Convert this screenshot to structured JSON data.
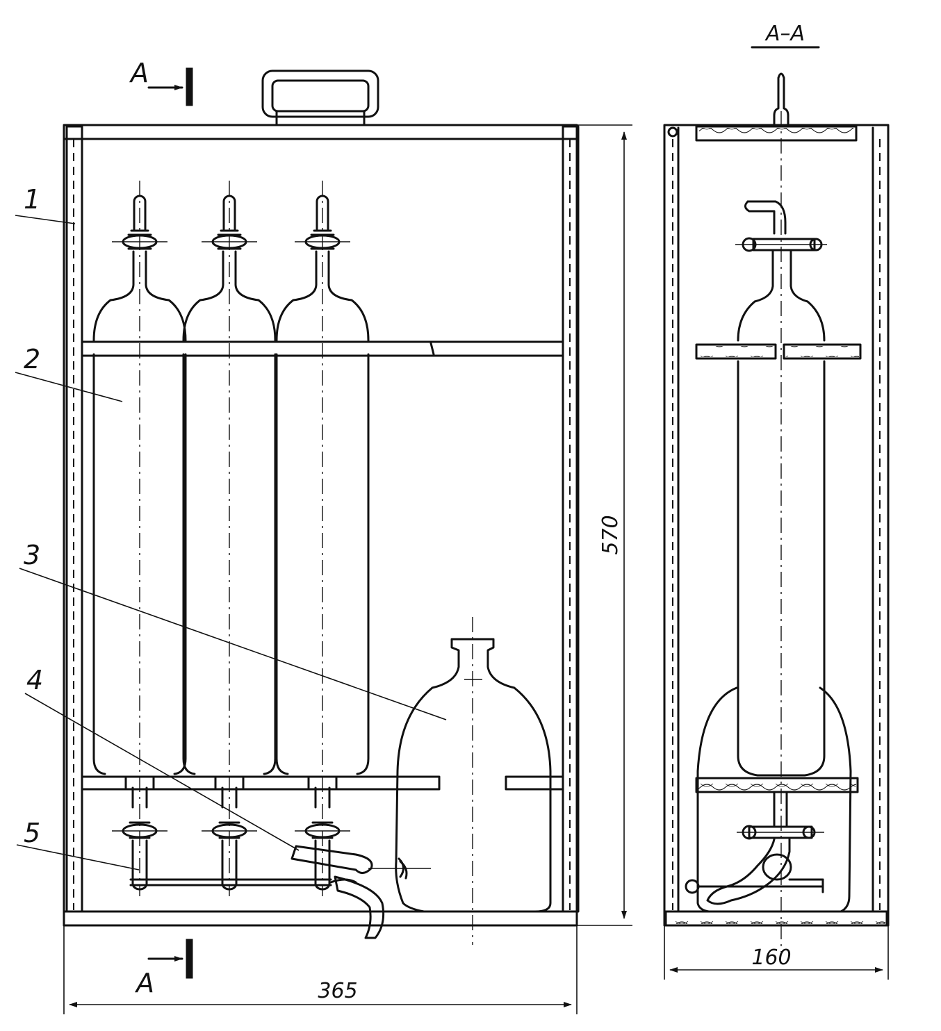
{
  "labels": {
    "part_1": "1",
    "part_2": "2",
    "part_3": "3",
    "part_4": "4",
    "part_5": "5"
  },
  "section": {
    "marker_top": "A",
    "marker_bottom": "A",
    "view_title": "A–A"
  },
  "dimensions": {
    "height": "570",
    "width": "365",
    "depth": "160"
  }
}
